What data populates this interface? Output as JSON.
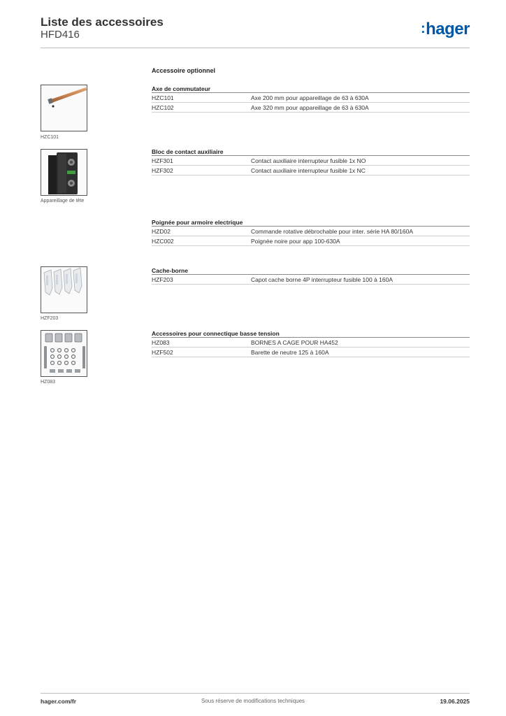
{
  "header": {
    "title": "Liste des accessoires",
    "subtitle": "HFD416",
    "logo": "hager"
  },
  "main_heading": "Accessoire optionnel",
  "sections": [
    {
      "title": "Axe de commutateur",
      "rows": [
        {
          "code": "HZC101",
          "desc": "Axe 200 mm pour appareillage de 63 à 630A"
        },
        {
          "code": "HZC102",
          "desc": "Axe 320 mm pour appareillage de 63 à 630A"
        }
      ]
    },
    {
      "title": "Bloc de contact auxiliaire",
      "rows": [
        {
          "code": "HZF301",
          "desc": "Contact auxiliaire interrupteur fusible 1x NO"
        },
        {
          "code": "HZF302",
          "desc": "Contact auxiliaire interrupteur fusible 1x NC"
        }
      ]
    },
    {
      "title": "Poignée pour armoire electrique",
      "rows": [
        {
          "code": "HZD02",
          "desc": "Commande rotative débrochable pour inter. série HA 80/160A"
        },
        {
          "code": "HZC002",
          "desc": "Poignée noire pour app 100-630A"
        }
      ]
    },
    {
      "title": "Cache-borne",
      "rows": [
        {
          "code": "HZF203",
          "desc": "Capot cache borne 4P interrupteur fusible 100 à 160A"
        }
      ]
    },
    {
      "title": "Accessoires pour connectique basse tension",
      "rows": [
        {
          "code": "HZ083",
          "desc": "BORNES A CAGE POUR HA452"
        },
        {
          "code": "HZF502",
          "desc": "Barette de neutre 125 à 160A"
        }
      ]
    }
  ],
  "images": [
    {
      "caption": "HZC101"
    },
    {
      "caption": "Appareillage de tête"
    },
    {
      "caption": "HZF203"
    },
    {
      "caption": "HZ083"
    }
  ],
  "footer": {
    "website": "hager.com/fr",
    "notice": "Sous réserve de modifications techniques",
    "date": "19.06.2025"
  },
  "colors": {
    "brand": "#0057a8"
  }
}
